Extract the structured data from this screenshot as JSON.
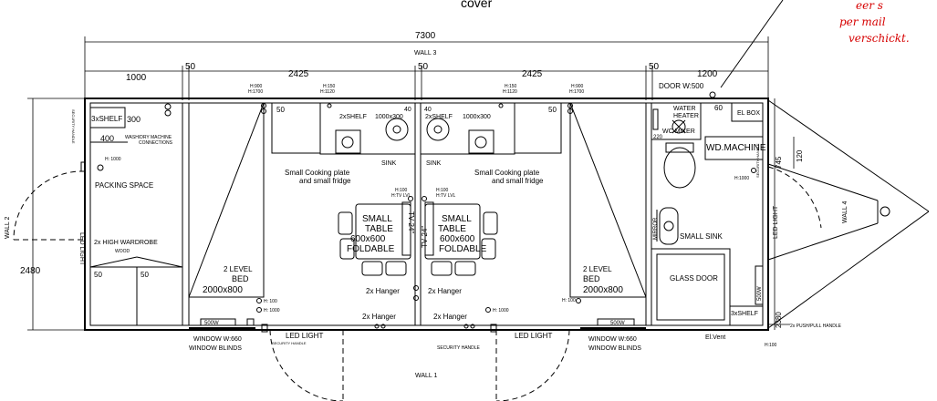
{
  "header": {
    "cover_text": "cover"
  },
  "annotation": {
    "line1": "eer s",
    "line2": "per mail",
    "line3": "verschickt."
  },
  "dimensions": {
    "overall_length": "7300",
    "overall_width": "2480",
    "seg_1000": "1000",
    "seg_50_a": "50",
    "seg_2425_a": "2425",
    "seg_50_b": "50",
    "seg_2425_b": "2425",
    "seg_50_c": "50",
    "seg_1200": "1200",
    "right_745": "745",
    "right_120": "120",
    "right_2380": "2380",
    "box_50a": "50",
    "box_50b": "50",
    "box_300": "300",
    "box_400": "400",
    "sink_40a": "40",
    "sink_40b": "40",
    "tr_50a": "50",
    "tr_50b": "50",
    "bath_60": "60",
    "bath_220": "220"
  },
  "walls": {
    "wall1": "WALL 1",
    "wall2": "WALL 2",
    "wall3": "WALL 3",
    "wall4": "WALL 4"
  },
  "left_room": {
    "shelf": "3xSHELF",
    "wash": "WASH/DRY MACHINE",
    "connections": "CONNECTIONS",
    "h1000": "H: 1000",
    "packing": "PACKING SPACE",
    "led": "LED LIGHT",
    "security": "SECURITY HANDLE",
    "wardrobe1": "2x HIGH WARDROBE",
    "wardrobe2": "WOOD"
  },
  "kitchen": {
    "h900a": "H:900",
    "h1700a": "H:1700",
    "h150a": "H:150",
    "h1120a": "H:1120",
    "h150b": "H:150",
    "h1120b": "H:1120",
    "h900b": "H:900",
    "h1700b": "H:1700",
    "shelf_a": "2xSHELF",
    "dim_a": "1000x300",
    "shelf_b": "2xSHELF",
    "dim_b": "1000x300",
    "sink_a": "SINK",
    "sink_b": "SINK",
    "cook_a1": "Small Cooking plate",
    "cook_a2": "and small fridge",
    "cook_b1": "Small Cooking plate",
    "cook_b2": "and small fridge"
  },
  "tables": {
    "h100a": "H:100",
    "tv_a": "H:TV LVL",
    "h100b": "H:100",
    "tv_b": "H:TV LVL",
    "small_a": "SMALL",
    "table_a": "TABLE",
    "size_a": "600x600",
    "fold_a": "FOLDABLE",
    "small_b": "SMALL",
    "table_b": "TABLE",
    "size_b": "600x600",
    "fold_b": "FOLDABLE",
    "tv24_a": "TV 24\"",
    "tv24_b": "TV 24\""
  },
  "beds": {
    "lvl_a": "2 LEVEL",
    "bed_a": "BED",
    "size_a": "2000x800",
    "lvl_b": "2 LEVEL",
    "bed_b": "BED",
    "size_b": "2000x800"
  },
  "hangers": {
    "a": "2x Hanger",
    "b": "2x Hanger",
    "c": "2x Hanger",
    "d": "2x Hanger"
  },
  "lower": {
    "h100a": "H: 100",
    "h1000a": "H: 1000",
    "h100b": "H: 100",
    "h1000b": "H: 1000",
    "w500a": "500W",
    "w500b": "500W",
    "window_a": "WINDOW W:660",
    "blinds_a": "WINDOW BLINDS",
    "window_b": "WINDOW W:660",
    "blinds_b": "WINDOW BLINDS",
    "led_a": "LED LIGHT",
    "led_b": "LED LIGHT",
    "sec_a": "SECURITY HANDLE",
    "sec_b": "SECURITY HANDLE",
    "elvent": "El.Vent",
    "h100c": "H:100",
    "push": "2x PUSH/PULL HANDLE"
  },
  "bathroom": {
    "door": "DOOR W:500",
    "water1": "WATER",
    "water2": "HEATER",
    "wc": "WC MIXER",
    "elbox": "EL BOX",
    "wd": "WD.MACHINE",
    "h1000": "H:1000",
    "security": "SECURITY HANDLE",
    "led": "LED LIGHT",
    "mirror": "MIRROR",
    "small_sink": "SMALL SINK",
    "glass_door": "GLASS DOOR",
    "w500": "500W",
    "shelf": "3xSHELF"
  }
}
